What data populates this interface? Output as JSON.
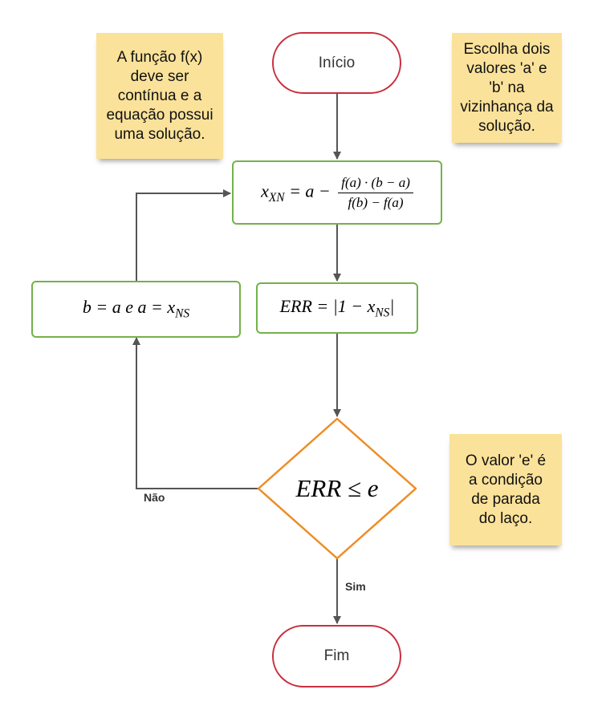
{
  "notes": {
    "left": [
      "A função f(x)",
      "deve ser",
      "contínua e a",
      "equação possui",
      "uma solução."
    ],
    "right_top": [
      "Escolha dois",
      "valores 'a' e",
      "'b' na",
      "vizinhança da",
      "solução."
    ],
    "right_bottom": [
      "O valor 'e' é",
      "a condição",
      "de parada",
      "do laço."
    ]
  },
  "nodes": {
    "start": "Início",
    "end": "Fim",
    "formula": {
      "lhs": "x",
      "lhs_sub": "XN",
      "eq": " = a − ",
      "numerator": "f(a) · (b − a)",
      "denominator": "f(b) − f(a)"
    },
    "error": {
      "text": "ERR = |1 − x",
      "sub": "NS",
      "close": "|"
    },
    "update": {
      "text": "b = a e a = x",
      "sub": "NS"
    },
    "decision": "ERR ≤ e"
  },
  "edges": {
    "no_label": "Não",
    "yes_label": "Sim"
  },
  "colors": {
    "terminal": "#c8303f",
    "process": "#74b14a",
    "decision": "#ee8c23",
    "note": "#fbe29a",
    "arrow": "#555555"
  }
}
